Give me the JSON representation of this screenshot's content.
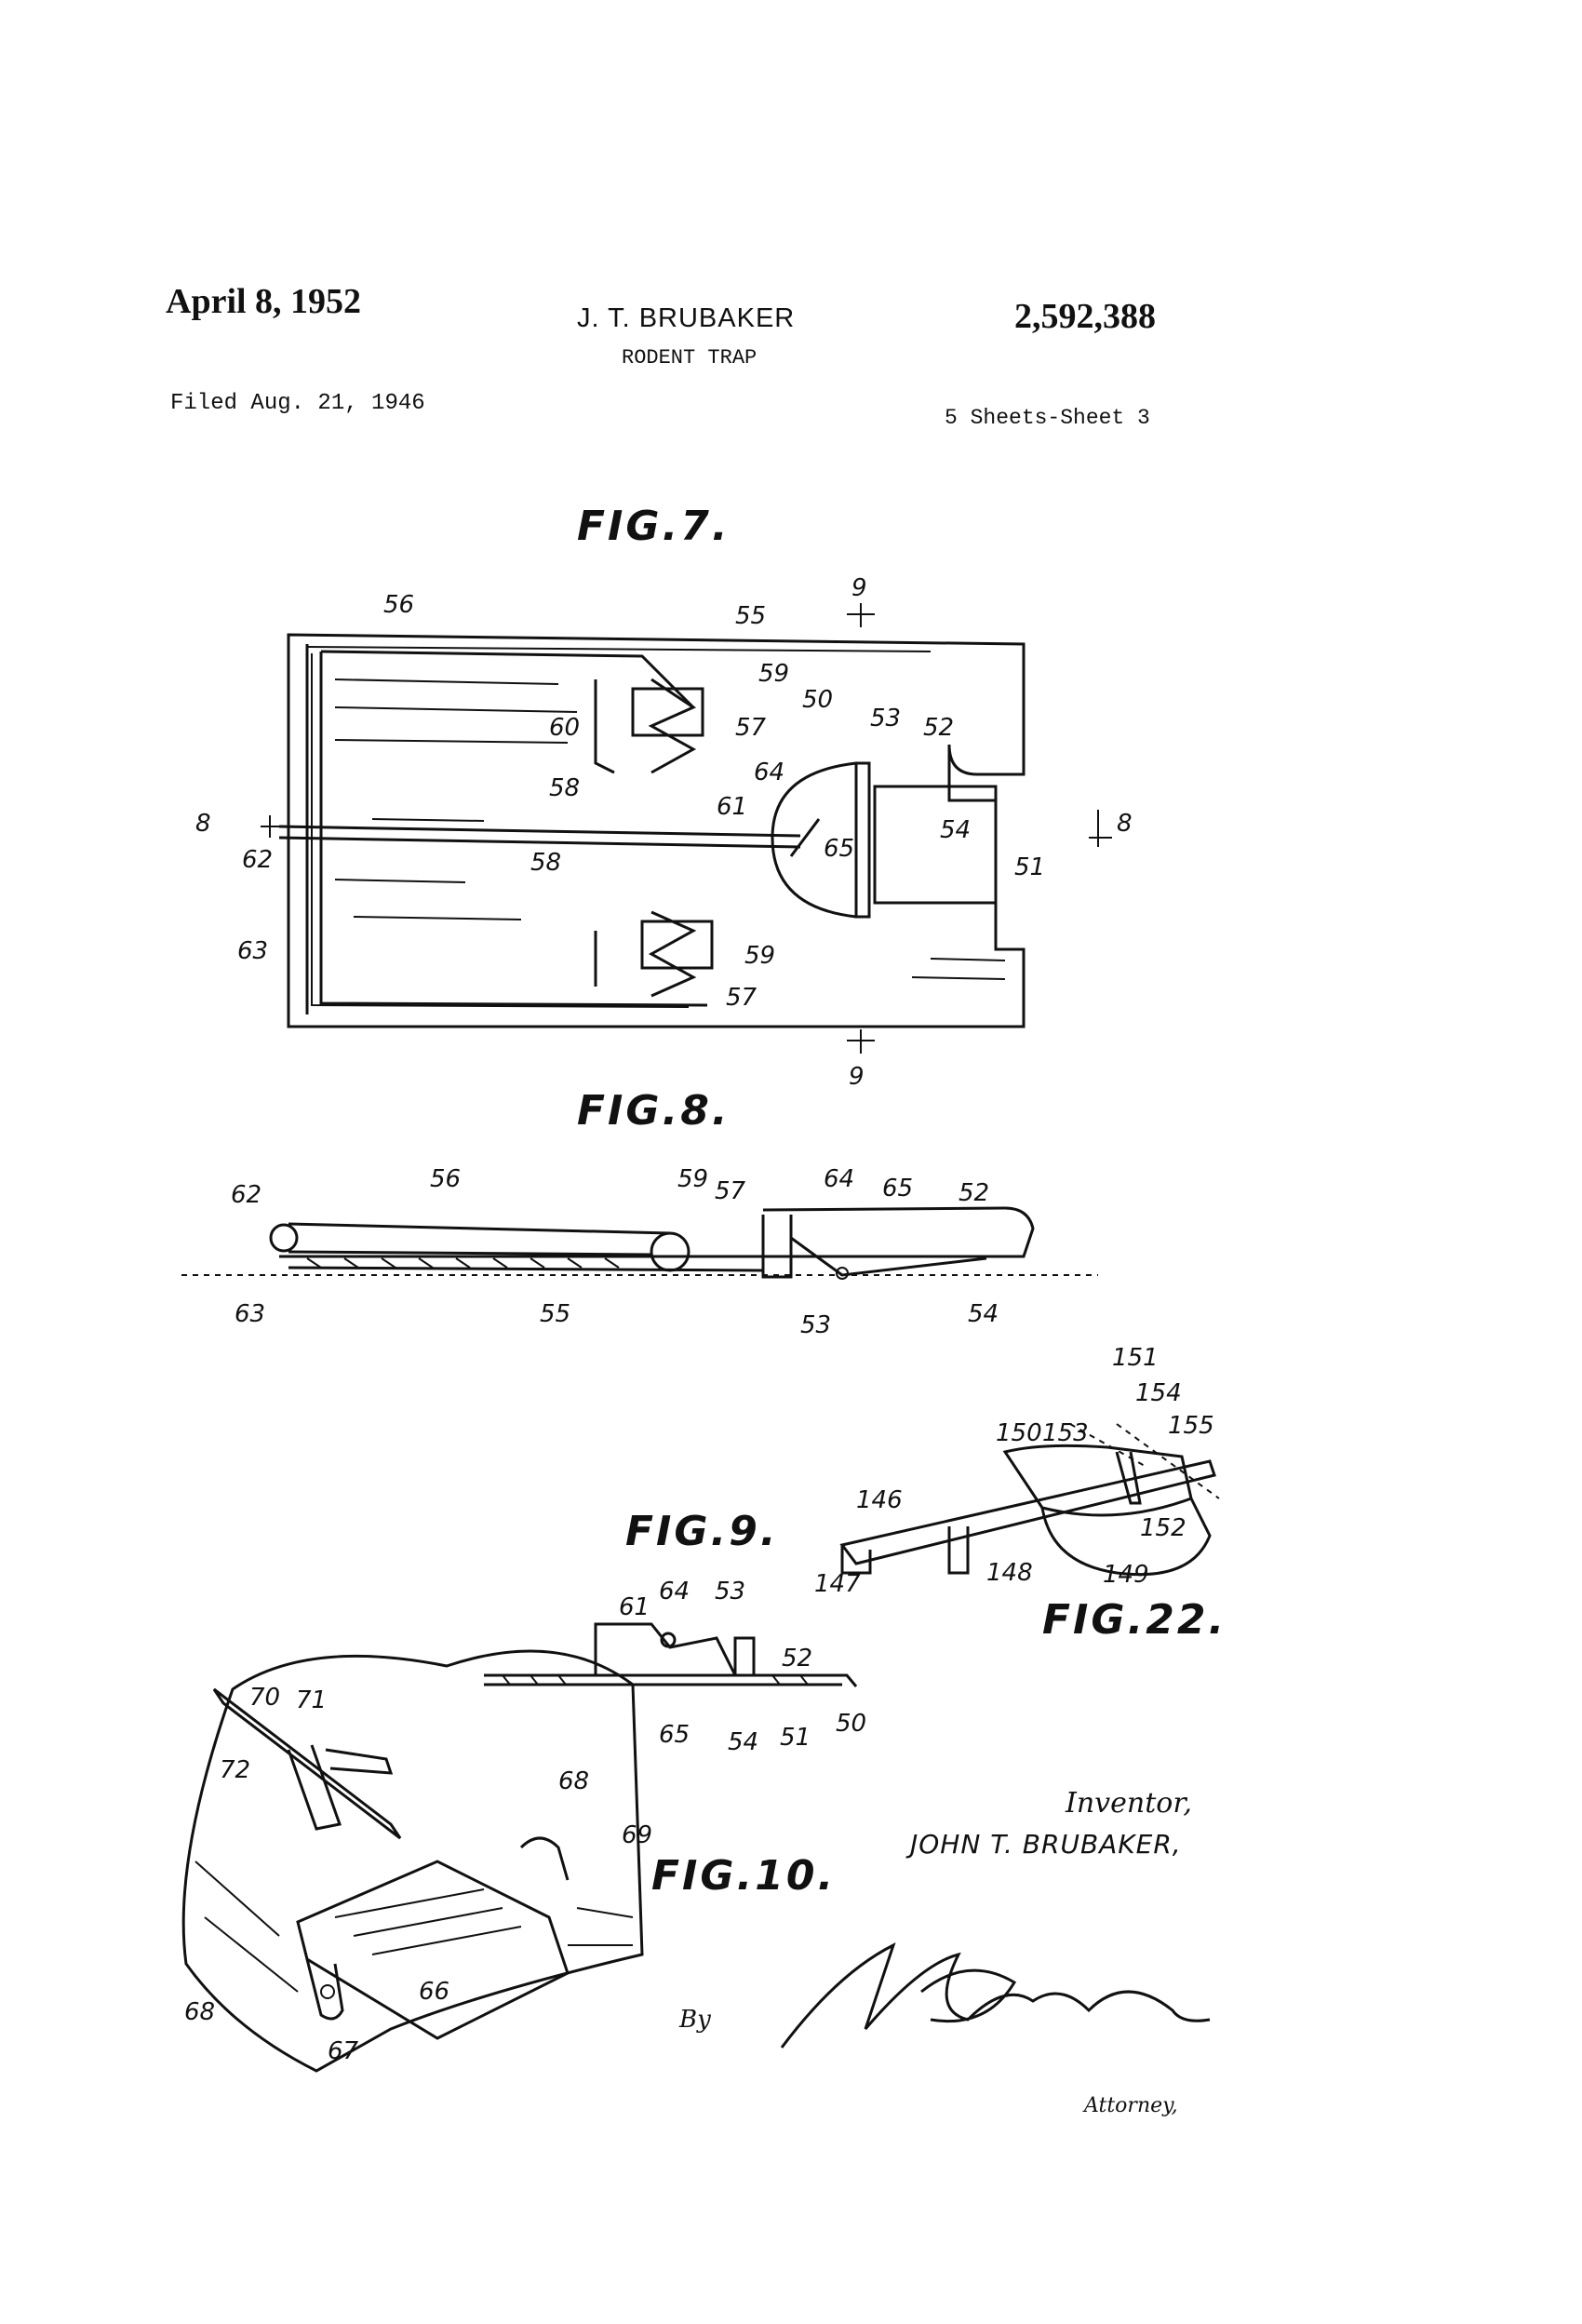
{
  "header": {
    "date": "April 8, 1952",
    "inventor_header": "J. T. BRUBAKER",
    "title": "RODENT TRAP",
    "patent_number": "2,592,388",
    "filed": "Filed Aug. 21, 1946",
    "sheets": "5 Sheets-Sheet 3"
  },
  "figures": {
    "fig7": "FIG.7.",
    "fig8": "FIG.8.",
    "fig9": "FIG.9.",
    "fig10": "FIG.10.",
    "fig22": "FIG.22."
  },
  "refs": {
    "fig7": [
      "56",
      "55",
      "59",
      "50",
      "53",
      "52",
      "60",
      "57",
      "58",
      "64",
      "61",
      "62",
      "65",
      "54",
      "51",
      "58",
      "59",
      "57",
      "63",
      "8",
      "8",
      "9",
      "9"
    ],
    "fig8": [
      "62",
      "56",
      "59",
      "57",
      "64",
      "65",
      "52",
      "63",
      "55",
      "53",
      "54"
    ],
    "fig9": [
      "61",
      "64",
      "53",
      "52",
      "65",
      "54",
      "51",
      "50"
    ],
    "fig10": [
      "70",
      "71",
      "72",
      "68",
      "69",
      "66",
      "68",
      "67"
    ],
    "fig22": [
      "151",
      "154",
      "150",
      "153",
      "155",
      "146",
      "152",
      "149",
      "147",
      "148"
    ]
  },
  "signature": {
    "inventor_label": "Inventor,",
    "inventor_name": "JOHN T. BRUBAKER,",
    "by": "By",
    "attorney_label": "Attorney,"
  }
}
